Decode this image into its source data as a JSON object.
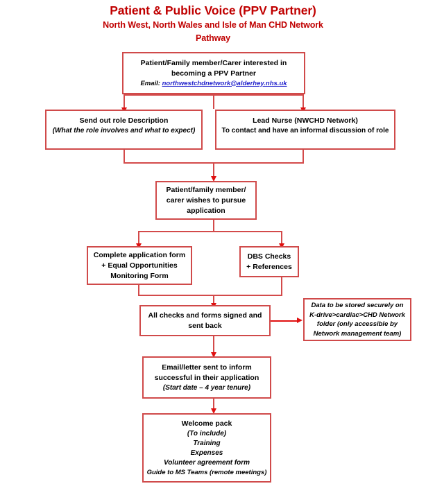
{
  "title": {
    "main": "Patient & Public Voice (PPV Partner)",
    "sub_line1": "North West, North Wales and Isle of Man CHD Network",
    "sub_line2": "Pathway"
  },
  "colors": {
    "title_red": "#C00000",
    "box_border_red": "#D04A4A",
    "arrow_red": "#E01010",
    "link_blue": "#2222CC",
    "text_black": "#000000",
    "background": "#FFFFFF"
  },
  "nodes": {
    "interest": {
      "line1": "Patient/Family member/Carer interested in",
      "line2": "becoming a PPV Partner",
      "email_label": "Email:",
      "email_address": "northwestchdnetwork@alderhey.nhs.uk"
    },
    "role_description": {
      "line1": "Send out role Description",
      "line2": "(What the role involves and what to expect)"
    },
    "lead_nurse": {
      "line1": "Lead Nurse (NWCHD Network)",
      "line2": "To contact and have an informal discussion of role"
    },
    "pursue": {
      "line1": "Patient/family member/",
      "line2": "carer wishes to pursue",
      "line3": "application"
    },
    "application_form": {
      "line1": "Complete application form",
      "line2": "+ Equal Opportunities",
      "line3": "Monitoring Form"
    },
    "dbs_checks": {
      "line1": "DBS Checks",
      "line2": "+ References"
    },
    "all_checks": {
      "line1": "All checks and forms signed and",
      "line2": "sent back"
    },
    "data_storage": {
      "line1": "Data to be stored securely on",
      "line2": "K-drive>cardiac>CHD Network",
      "line3": "folder (only accessible by",
      "line4": "Network management team)"
    },
    "email_letter": {
      "line1": "Email/letter sent to inform",
      "line2": "successful in their application",
      "line3": "(Start date – 4 year tenure)"
    },
    "welcome_pack": {
      "line1": "Welcome pack",
      "line2": "(To include)",
      "line3": "Training",
      "line4": "Expenses",
      "line5": "Volunteer agreement form",
      "line6": "Guide to MS Teams (remote meetings)"
    }
  }
}
